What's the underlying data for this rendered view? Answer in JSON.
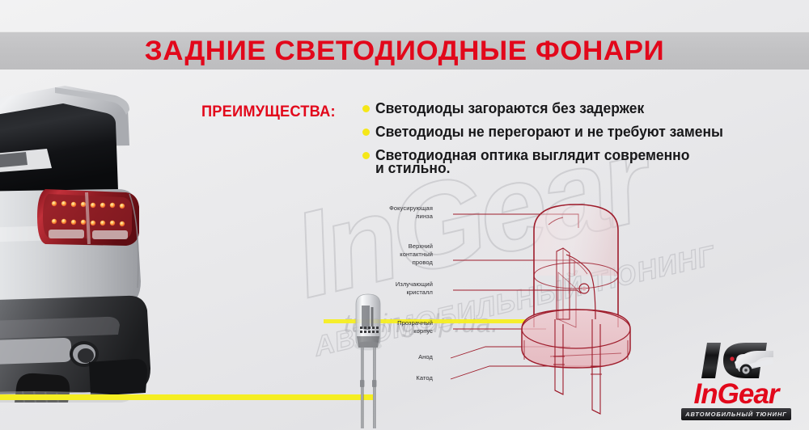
{
  "banner": {
    "title": "ЗАДНИЕ СВЕТОДИОДНЫЕ ФОНАРИ"
  },
  "advantages": {
    "label": "ПРЕИМУЩЕСТВА:",
    "items": [
      "Светодиоды загораются без задержек",
      "Светодиоды не перегорают и не требуют замены",
      "Светодиодная оптика выглядит современно"
    ],
    "continuation": "и стильно."
  },
  "diagram": {
    "labels": {
      "lens": "Фокусирующая\nлинза",
      "top_wire": "Верхний\nконтактный\nпровод",
      "crystal": "Излучающий\nкристалл",
      "housing": "Прозрачный\nкорпус",
      "anode": "Анод",
      "cathode": "Катод"
    },
    "lens_line1": "Фокусирующая",
    "lens_line2": "линза",
    "wire_line1": "Верхний",
    "wire_line2": "контактный",
    "wire_line3": "провод",
    "crystal_line1": "Излучающий",
    "crystal_line2": "кристалл",
    "housing_line1": "Прозрачный",
    "housing_line2": "корпус",
    "anode": "Анод",
    "cathode": "Катод"
  },
  "watermark": {
    "logo_text": "InGear",
    "tagline": "АВТОМОБИЛЬНЫЙ ТЮНИНГ",
    "url": "tuning.dp.ua."
  },
  "logo": {
    "word": "InGear",
    "tagline": "АВТОМОБИЛЬНЫЙ ТЮНИНГ"
  },
  "colors": {
    "title_red": "#e2081b",
    "brand_red": "#e2081b",
    "bullet_yellow": "#f5e718",
    "ground_yellow": "#f5ee22",
    "diagram_red": "#9e1c2b",
    "band_gray": "#c2c2c4",
    "background": "#ececed"
  }
}
